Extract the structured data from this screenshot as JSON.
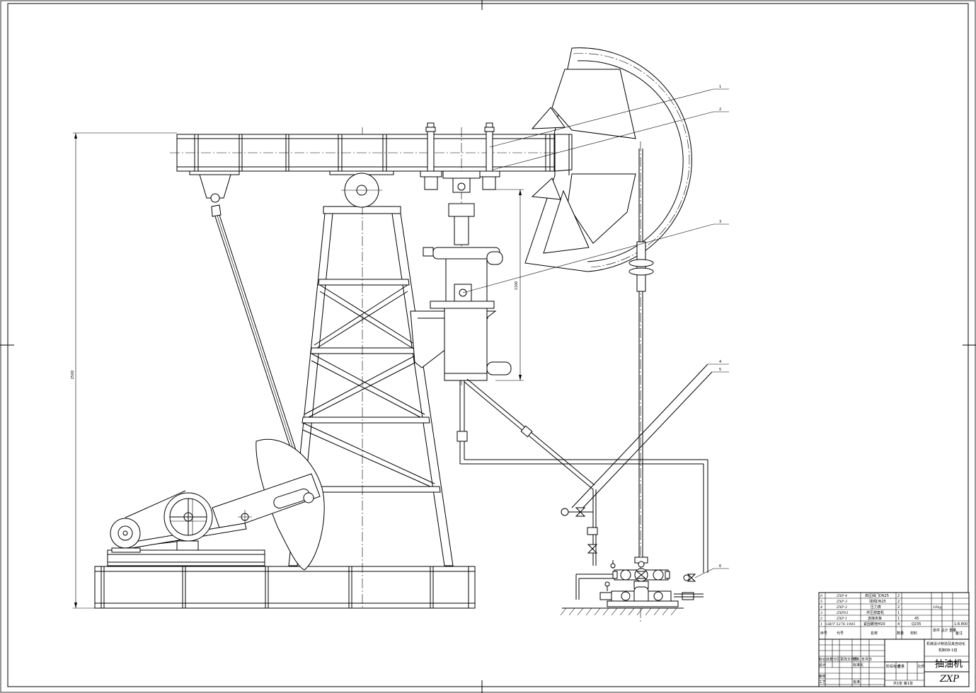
{
  "drawing": {
    "title": "抽油机",
    "code": "ZXP",
    "school": "机械设计制造及其自动化",
    "class_no": "机制08-1班",
    "sheet_info": "共1张 第1张",
    "dim_height": "2500",
    "dim_stroke": "1100",
    "mass": "10kg",
    "scale": "1:8.800"
  },
  "balloons": [
    "1",
    "2",
    "3",
    "4",
    "5",
    "6"
  ],
  "parts": [
    {
      "no": "6",
      "code": "ZXP-4",
      "name": "高压阀门DN25",
      "qty": "2",
      "material": "",
      "weight": "",
      "note": ""
    },
    {
      "no": "5",
      "code": "ZXP-3",
      "name": "球阀DN25",
      "qty": "2",
      "material": "",
      "weight": "",
      "note": ""
    },
    {
      "no": "4",
      "code": "ZXP-2",
      "name": "压力表",
      "qty": "2",
      "material": "",
      "weight": "",
      "note": ""
    },
    {
      "no": "3",
      "code": "ZXP01",
      "name": "井压部套机",
      "qty": "1",
      "material": "",
      "weight": "",
      "note": ""
    },
    {
      "no": "2",
      "code": "ZXP-1",
      "name": "连接夹板",
      "qty": "1",
      "material": "45",
      "weight": "",
      "note": ""
    },
    {
      "no": "1",
      "code": "GB/T 5276-1985",
      "name": "紧固螺栓M20",
      "qty": "4",
      "material": "Q235",
      "weight": "",
      "note": ""
    }
  ],
  "bom_header": {
    "no": "序号",
    "code": "代号",
    "name": "名称",
    "qty": "数量",
    "material": "材料",
    "weight": "单件 总计 重量",
    "note": "备注"
  },
  "title_labels": {
    "mark": "标记",
    "count": "处数",
    "zone": "分区",
    "change": "更改文件号",
    "sign": "签名",
    "date": "年月日",
    "design": "设计",
    "standard": "标准化",
    "stage": "阶段标记",
    "weight": "重量",
    "scale": "比例",
    "review": "审核",
    "process": "工艺",
    "approve": "批准"
  }
}
